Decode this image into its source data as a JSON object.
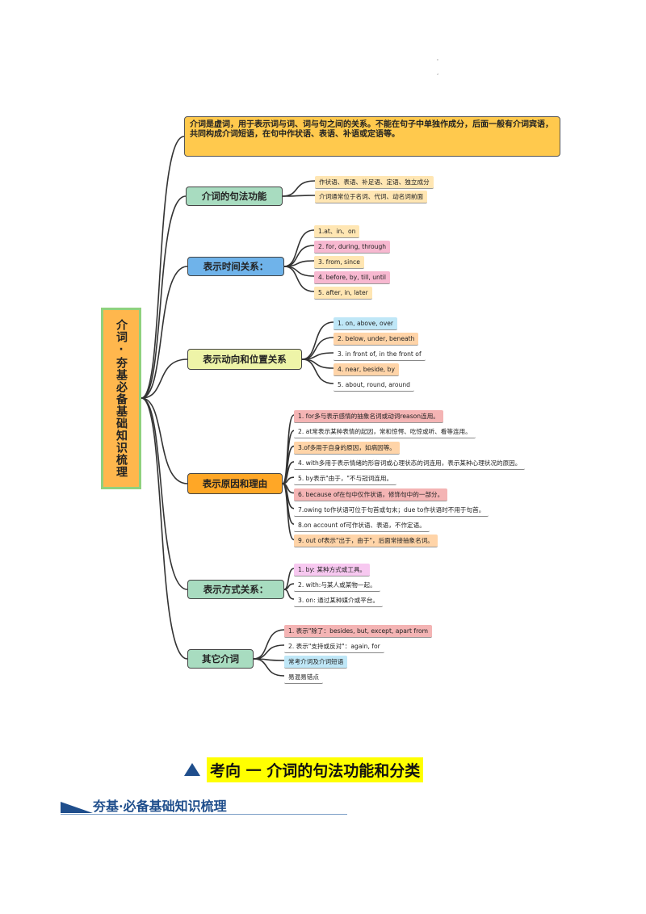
{
  "root": {
    "label": "介词·夯基必备基础知识梳理"
  },
  "definition": "介词是虚词，用于表示词与词、词与句之间的关系。不能在句子中单独作成分，后面一般有介词宾语，共同构成介词短语，在句中作状语、表语、补语或定语等。",
  "branches": [
    {
      "label": "介词的句法功能",
      "color": "#a8dcc0",
      "leaves": [
        {
          "text": "作状语、表语、补足语、定语、独立成分",
          "bg": "#ffe6b3"
        },
        {
          "text": "介词通常位于名词、代词、动名词前面",
          "bg": "#ffe6b3"
        }
      ]
    },
    {
      "label": "表示时间关系：",
      "color": "#6fb3ea",
      "leaves": [
        {
          "text": "1.at、in、on",
          "bg": "#ffe6b3"
        },
        {
          "text": "2. for, during, through",
          "bg": "#f7b8d0"
        },
        {
          "text": "3. from, since",
          "bg": "#ffe6b3"
        },
        {
          "text": "4. before, by, till, until",
          "bg": "#f7b8d0"
        },
        {
          "text": "5. after, in, later",
          "bg": "#ffe6b3"
        }
      ]
    },
    {
      "label": "表示动向和位置关系",
      "color": "#eef4a8",
      "leaves": [
        {
          "text": "1. on, above, over",
          "bg": "#bfe7f7"
        },
        {
          "text": "2. below, under, beneath",
          "bg": "#ffd4a8"
        },
        {
          "text": "3. in front of, in the front of",
          "bg": ""
        },
        {
          "text": "4. near, beside, by",
          "bg": "#ffd4a8"
        },
        {
          "text": "5. about, round, around",
          "bg": ""
        }
      ]
    },
    {
      "label": "表示原因和理由",
      "color": "#ffa726",
      "leaves": [
        {
          "text": "1. for多与表示感情的抽象名词或动词reason连用。",
          "bg": "#f4b4b4"
        },
        {
          "text": "2. at常表示某种表情的起因，常和惊愕、吃惊或听、看等连用。",
          "bg": ""
        },
        {
          "text": "3.of多用于自身的原因，如病因等。",
          "bg": "#ffd4a8"
        },
        {
          "text": "4. with多用于表示情绪的形容词或心理状态的词连用，表示某种心理状况的原因。",
          "bg": ""
        },
        {
          "text": "5. by表示\"由于，\"不与冠词连用。",
          "bg": ""
        },
        {
          "text": "6. because of在句中仅作状语，修饰句中的一部分。",
          "bg": "#f4b4b4"
        },
        {
          "text": "7.owing to作状语可位于句首或句末；due to作状语时不用于句首。",
          "bg": ""
        },
        {
          "text": "8.on account of可作状语、表语，不作定语。",
          "bg": ""
        },
        {
          "text": "9. out of表示\"出于，由于\"，后面常接抽象名词。",
          "bg": "#ffd4a8"
        }
      ]
    },
    {
      "label": "表示方式关系：",
      "color": "#a8dcc0",
      "leaves": [
        {
          "text": "1. by: 某种方式或工具。",
          "bg": "#f7c8f0"
        },
        {
          "text": "2. with:与某人或某物一起。",
          "bg": ""
        },
        {
          "text": "3. on: 通过某种媒介或平台。",
          "bg": ""
        }
      ]
    },
    {
      "label": "其它介词",
      "color": "#a8dcc0",
      "leaves": [
        {
          "text": "1. 表示\"除了：besides, but, except, apart from",
          "bg": "#f4b4b4"
        },
        {
          "text": "2. 表示\"支持或反对\"：again, for",
          "bg": ""
        },
        {
          "text": "常考介词及介词短语",
          "bg": "#bfe7f7"
        },
        {
          "text": "易混易错点",
          "bg": ""
        }
      ]
    }
  ],
  "bottom": {
    "title": "考向 一   介词的句法功能和分类",
    "section": "夯基·必备基础知识梳理"
  }
}
